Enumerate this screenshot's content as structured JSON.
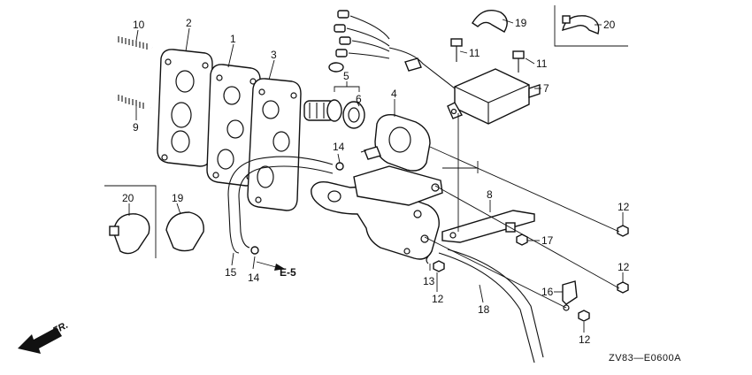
{
  "callouts": [
    {
      "id": "c10",
      "text": "10"
    },
    {
      "id": "c2",
      "text": "2"
    },
    {
      "id": "c1",
      "text": "1"
    },
    {
      "id": "c3",
      "text": "3"
    },
    {
      "id": "c9",
      "text": "9"
    },
    {
      "id": "c5",
      "text": "5"
    },
    {
      "id": "c6",
      "text": "6"
    },
    {
      "id": "c4",
      "text": "4"
    },
    {
      "id": "c14a",
      "text": "14"
    },
    {
      "id": "c19a",
      "text": "19"
    },
    {
      "id": "c20a",
      "text": "20"
    },
    {
      "id": "c11a",
      "text": "11"
    },
    {
      "id": "c11b",
      "text": "11"
    },
    {
      "id": "c7",
      "text": "7"
    },
    {
      "id": "c8",
      "text": "8"
    },
    {
      "id": "c12a",
      "text": "12"
    },
    {
      "id": "c17",
      "text": "17"
    },
    {
      "id": "c12b",
      "text": "12"
    },
    {
      "id": "c16",
      "text": "16"
    },
    {
      "id": "c12c",
      "text": "12"
    },
    {
      "id": "c13",
      "text": "13"
    },
    {
      "id": "c12d",
      "text": "12"
    },
    {
      "id": "c18",
      "text": "18"
    },
    {
      "id": "c20b",
      "text": "20"
    },
    {
      "id": "c19b",
      "text": "19"
    },
    {
      "id": "c15",
      "text": "15"
    },
    {
      "id": "c14b",
      "text": "14"
    }
  ],
  "reference": "E-5",
  "front_label": "FR.",
  "diagram_code": "ZV83—E0600A"
}
